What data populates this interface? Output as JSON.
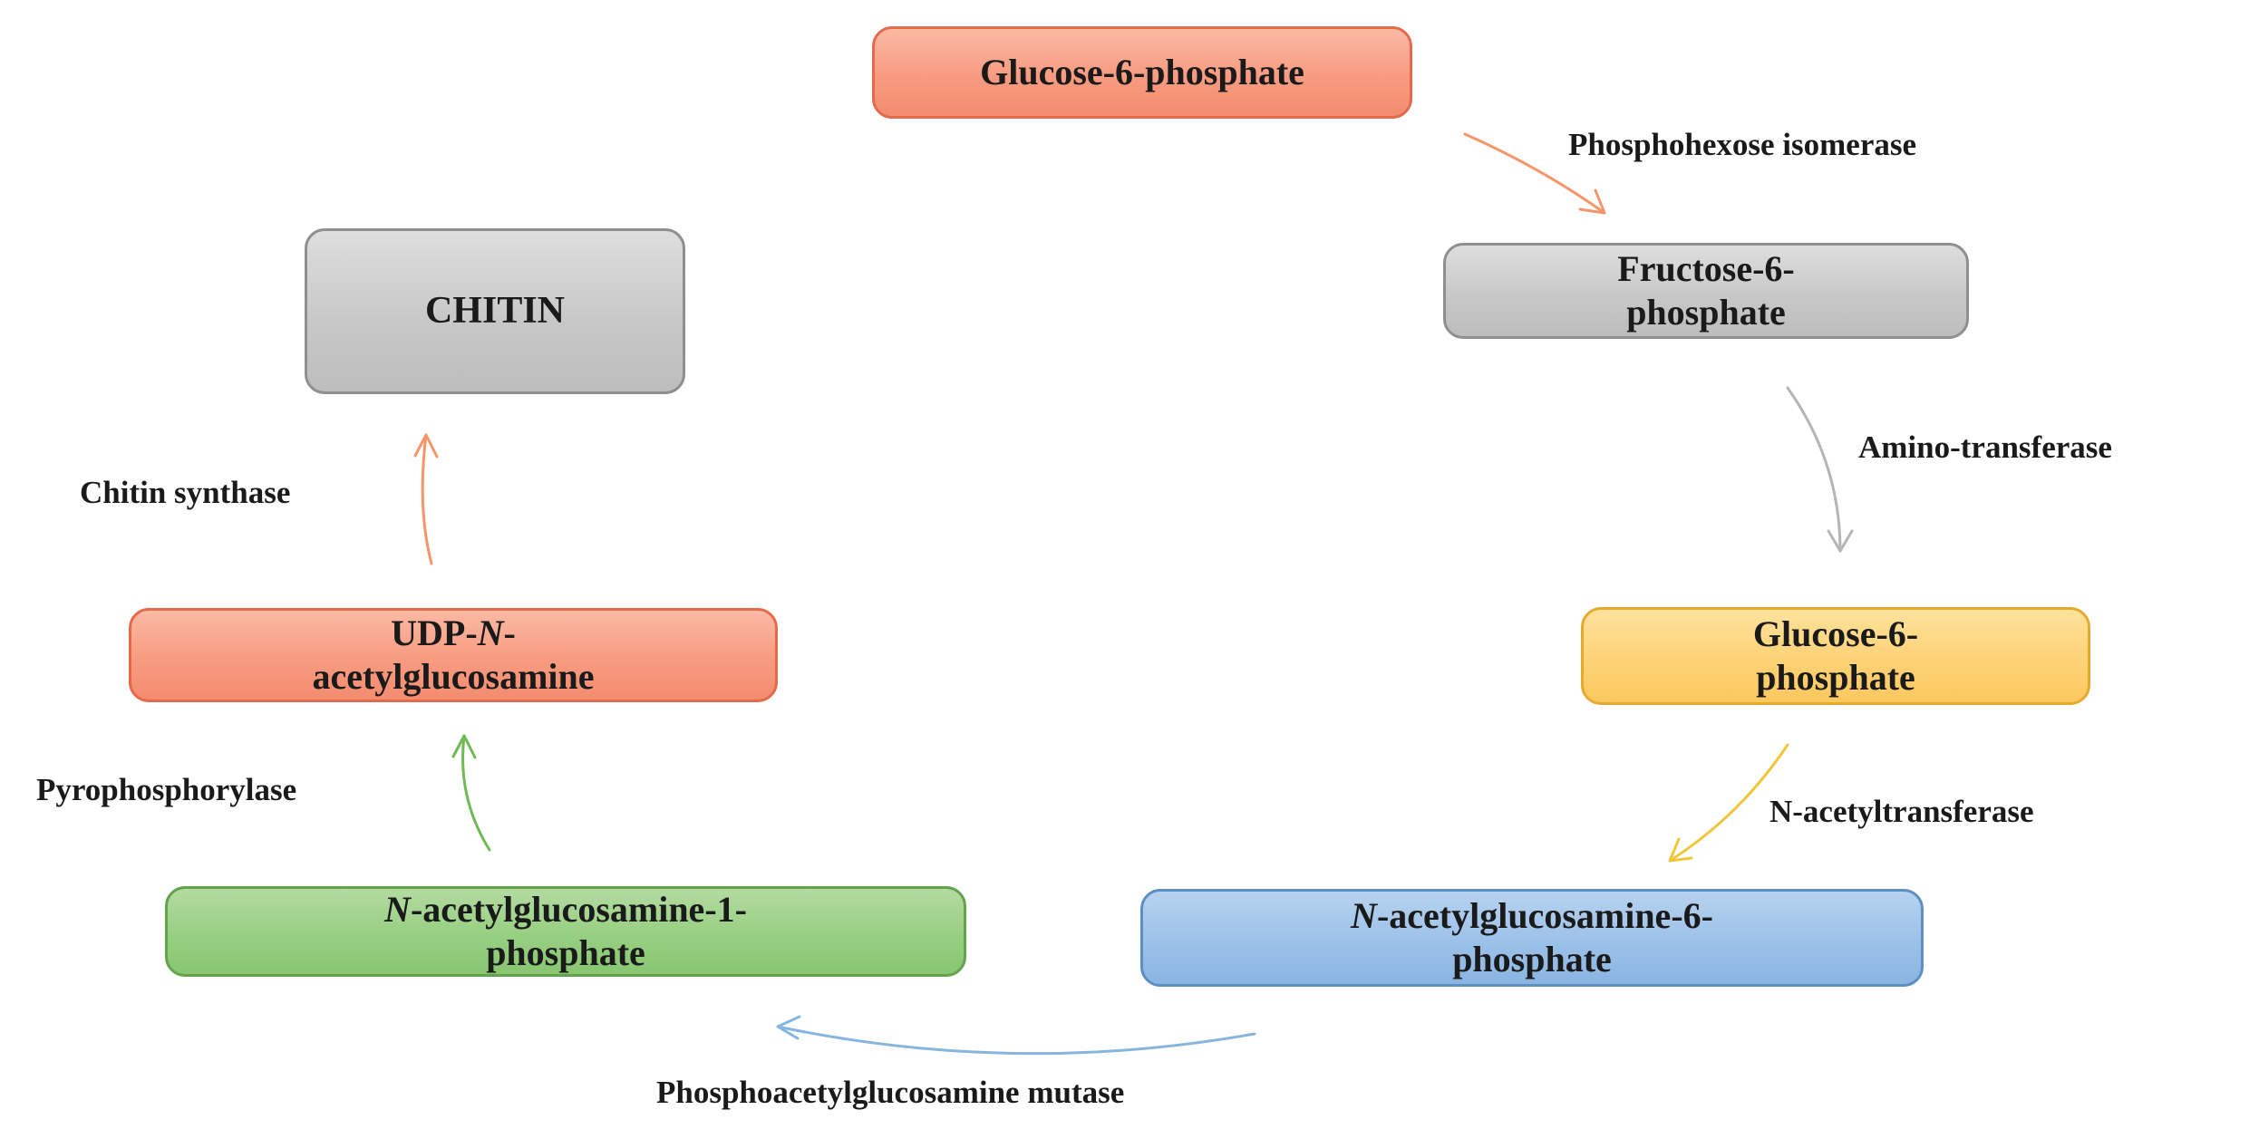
{
  "nodes": {
    "glucose6p_top": {
      "text": "Glucose-6-phosphate"
    },
    "fructose6p": {
      "line1": "Fructose-6-",
      "line2": "phosphate"
    },
    "glucose6p_right": {
      "line1": "Glucose-6-",
      "line2": "phosphate"
    },
    "nacetylglc6p": {
      "prefix": "N",
      "line1_rest": "-acetylglucosamine-6-",
      "line2": "phosphate"
    },
    "nacetylglc1p": {
      "prefix": "N",
      "line1_rest": "-acetylglucosamine-1-",
      "line2": "phosphate"
    },
    "udp_nacetylglc": {
      "line1_a": "UDP-",
      "line1_italic": "N",
      "line1_b": "-",
      "line2": "acetylglucosamine"
    },
    "chitin": {
      "text": "CHITIN"
    }
  },
  "enzymes": {
    "phosphohexose_isomerase": "Phosphohexose isomerase",
    "amino_transferase": "Amino-transferase",
    "n_acetyltransferase": "N-acetyltransferase",
    "phosphoacetylglucosamine_mutase": "Phosphoacetylglucosamine mutase",
    "pyrophosphorylase": "Pyrophosphorylase",
    "chitin_synthase": "Chitin synthase"
  },
  "colors": {
    "salmon": "#f79b80",
    "grey": "#c8c8c8",
    "yellow": "#fdd276",
    "blue": "#9cc1e9",
    "green": "#97cf81",
    "arrow_orange": "#f5966a",
    "arrow_grey": "#b5b5b5",
    "arrow_yellow": "#f2c63a",
    "arrow_blue": "#86b6df",
    "arrow_green": "#6fba55"
  }
}
